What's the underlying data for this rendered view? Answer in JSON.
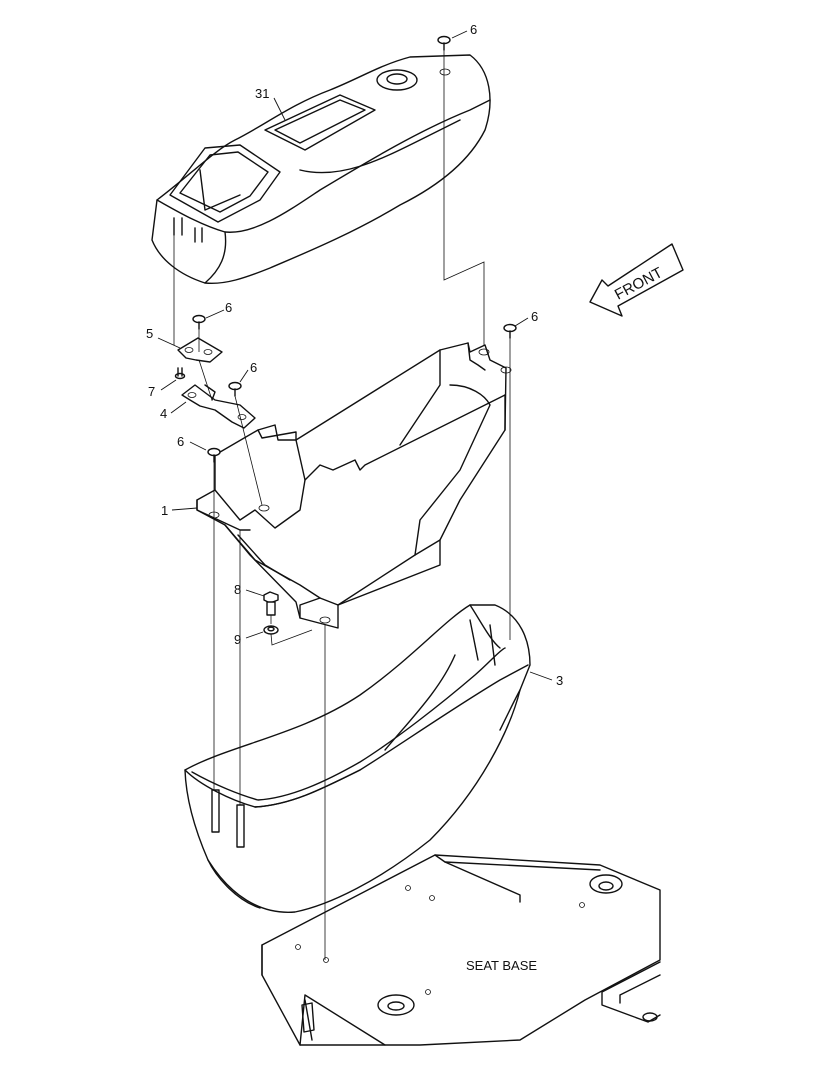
{
  "callouts": {
    "part_31": "31",
    "part_6_top": "6",
    "part_6_bracket_left": "6",
    "part_6_bracket_small": "6",
    "part_6_right": "6",
    "part_6_frame_left": "6",
    "part_5": "5",
    "part_7": "7",
    "part_4": "4",
    "part_1": "1",
    "part_8": "8",
    "part_9": "9",
    "part_3": "3"
  },
  "labels": {
    "front": "FRONT",
    "seat_base": "SEAT BASE"
  }
}
